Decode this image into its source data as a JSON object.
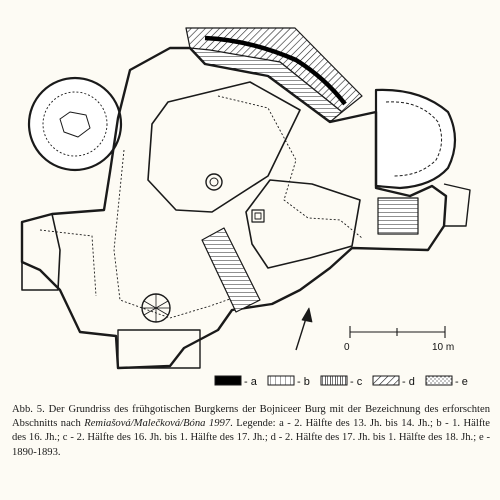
{
  "scale": {
    "zero_label": "0",
    "end_label": "10 m"
  },
  "legend": [
    {
      "key": "a",
      "label": "- a"
    },
    {
      "key": "b",
      "label": "- b"
    },
    {
      "key": "c",
      "label": "- c"
    },
    {
      "key": "d",
      "label": "- d"
    },
    {
      "key": "e",
      "label": "- e"
    }
  ],
  "caption": {
    "part1": "Abb. 5. Der Grundriss des frühgotischen Burgkerns der Bojniceer Burg mit der Bezeichnung des erforschten Abschnitts nach ",
    "authors": "Remiašová/Malečková/Bóna 1997",
    "part2": ". Legende: a - 2. Hälfte des 13. Jh. bis 14. Jh.; b - 1. Hälfte des 16. Jh.; c - 2. Hälfte des 16. Jh. bis 1. Hälfte des 17. Jh.; d - 2. Hälfte des 17. Jh. bis 1. Hälfte des 18. Jh.; e - 1890-1893."
  },
  "colors": {
    "ink": "#1a1a1a",
    "paper": "#fdfbf4"
  }
}
